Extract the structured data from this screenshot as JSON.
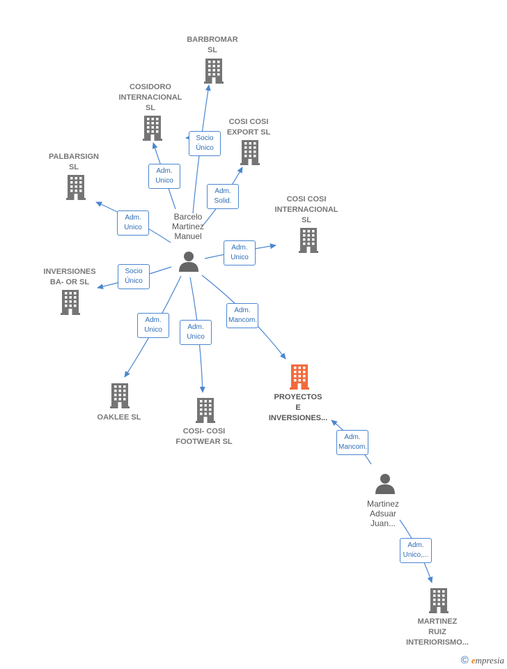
{
  "companies": [
    {
      "id": "barbromar",
      "label": "BARBROMAR\nSL",
      "focus": false
    },
    {
      "id": "cosidoro",
      "label": "COSIDORO\nINTERNACIONAL\nSL",
      "focus": false
    },
    {
      "id": "cosi-export",
      "label": "COSI COSI\nEXPORT SL",
      "focus": false
    },
    {
      "id": "palbarsign",
      "label": "PALBARSIGN\nSL",
      "focus": false
    },
    {
      "id": "cosi-internacional",
      "label": "COSI COSI\nINTERNACIONAL\nSL",
      "focus": false
    },
    {
      "id": "inversiones-baor",
      "label": "INVERSIONES\nBA- OR  SL",
      "focus": false
    },
    {
      "id": "oaklee",
      "label": "OAKLEE  SL",
      "focus": false
    },
    {
      "id": "cosi-footwear",
      "label": "COSI- COSI\nFOOTWEAR SL",
      "focus": false
    },
    {
      "id": "proyectos",
      "label": "PROYECTOS\nE\nINVERSIONES...",
      "focus": true
    },
    {
      "id": "martinez-ruiz",
      "label": "MARTINEZ\nRUIZ\nINTERIORISMO...",
      "focus": false
    }
  ],
  "persons": [
    {
      "id": "barcelo",
      "label": "Barcelo\nMartinez\nManuel"
    },
    {
      "id": "martinez-adsuar",
      "label": "Martinez\nAdsuar\nJuan..."
    }
  ],
  "edges": [
    {
      "from": "barcelo",
      "to": "barbromar",
      "label": "Socio\nÚnico"
    },
    {
      "from": "barcelo",
      "to": "cosidoro",
      "label": "Adm.\nUnico"
    },
    {
      "from": "barcelo",
      "to": "cosi-export",
      "label": "Adm.\nSolid."
    },
    {
      "from": "barcelo",
      "to": "palbarsign",
      "label": "Adm.\nUnico"
    },
    {
      "from": "barcelo",
      "to": "cosi-internacional",
      "label": "Adm.\nUnico"
    },
    {
      "from": "barcelo",
      "to": "inversiones-baor",
      "label": "Socio\nÚnico"
    },
    {
      "from": "barcelo",
      "to": "oaklee",
      "label": "Adm.\nUnico"
    },
    {
      "from": "barcelo",
      "to": "cosi-footwear",
      "label": "Adm.\nUnico"
    },
    {
      "from": "barcelo",
      "to": "proyectos",
      "label": "Adm.\nMancom."
    },
    {
      "from": "martinez-adsuar",
      "to": "proyectos",
      "label": "Adm.\nMancom."
    },
    {
      "from": "martinez-adsuar",
      "to": "martinez-ruiz",
      "label": "Adm.\nUnico,..."
    }
  ],
  "colors": {
    "edge": "#4a86d0",
    "building": "#757575",
    "building_focus": "#f26a3c",
    "person": "#666666"
  },
  "footer": {
    "copyright": "©",
    "brand_initial": "e",
    "brand_rest": "mpresia"
  }
}
